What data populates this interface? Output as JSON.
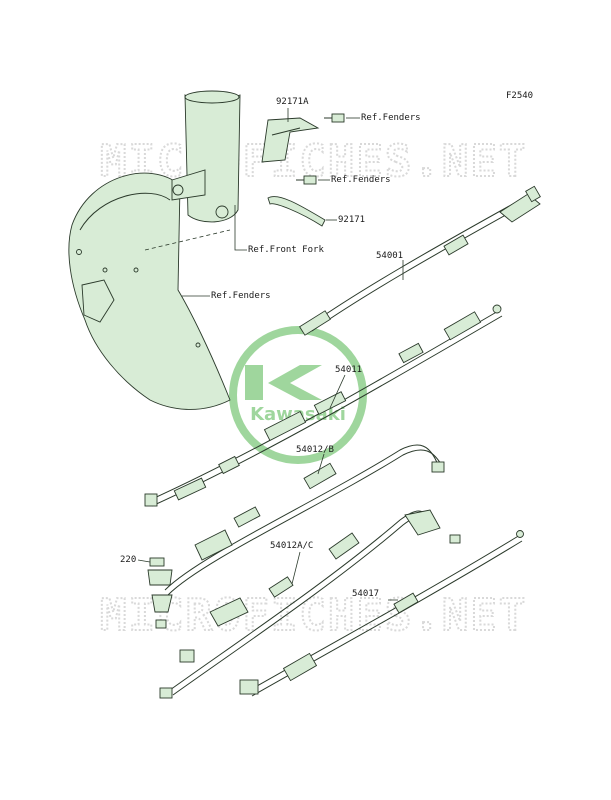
{
  "figure_code": "F2540",
  "watermark": "MICROFICHES.NET",
  "logo": {
    "text": "Kawasaki"
  },
  "parts": {
    "p92171A": "92171A",
    "p92171": "92171",
    "p54001": "54001",
    "p54011": "54011",
    "p54012B": "54012/B",
    "p54012AC": "54012A/C",
    "p54017": "54017",
    "p220": "220"
  },
  "refs": {
    "fenders_top": "Ref.Fenders",
    "fenders_mid": "Ref.Fenders",
    "front_fork": "Ref.Front Fork",
    "fenders_left": "Ref.Fenders"
  },
  "colors": {
    "part_fill": "#d8ecd6",
    "logo_green": "#8fd08c",
    "watermark": "#d9d9d9"
  }
}
